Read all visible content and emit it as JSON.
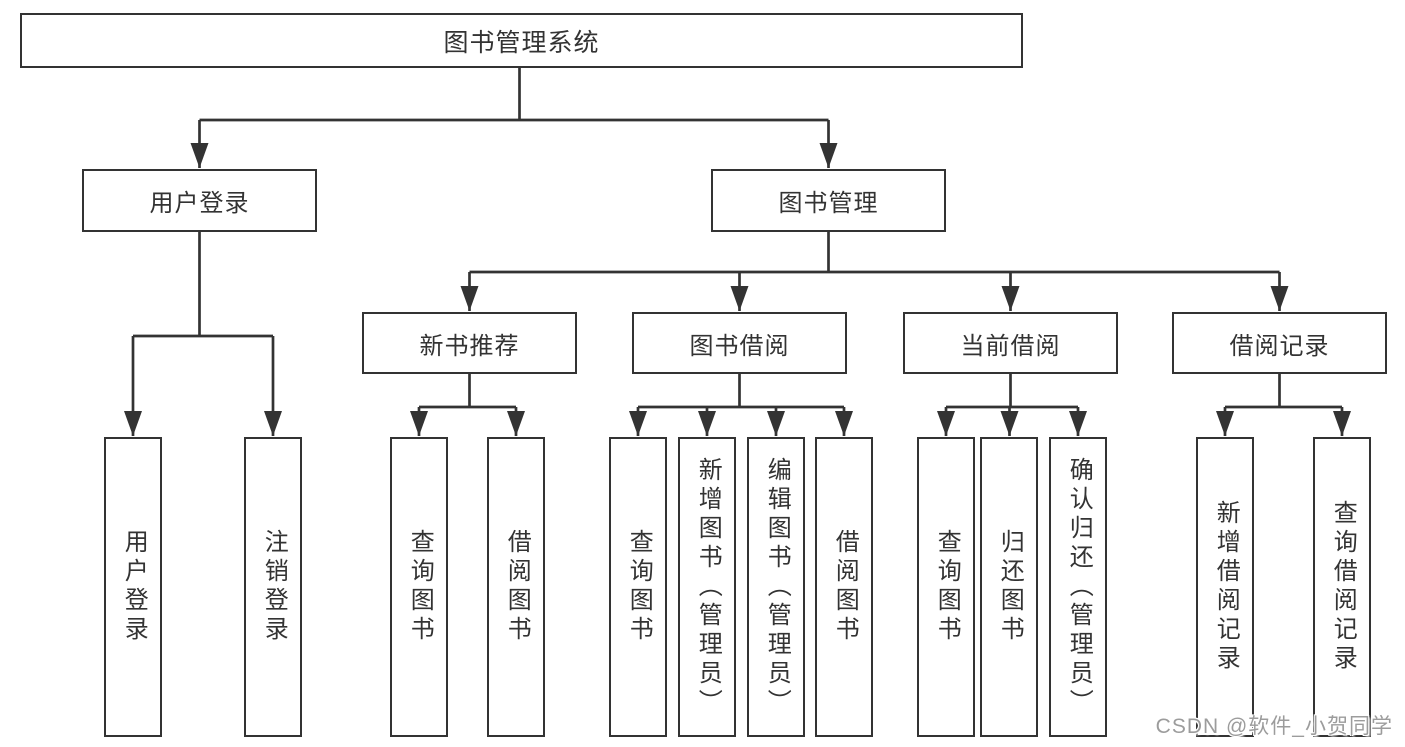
{
  "diagram": {
    "root": {
      "label": "图书管理系统",
      "children": [
        {
          "label": "用户登录",
          "children": [
            {
              "label": "用户登录"
            },
            {
              "label": "注销登录"
            }
          ]
        },
        {
          "label": "图书管理",
          "children": [
            {
              "label": "新书推荐",
              "children": [
                {
                  "label": "查询图书"
                },
                {
                  "label": "借阅图书"
                }
              ]
            },
            {
              "label": "图书借阅",
              "children": [
                {
                  "label": "查询图书"
                },
                {
                  "label": "新增图书（管理员）"
                },
                {
                  "label": "编辑图书（管理员）"
                },
                {
                  "label": "借阅图书"
                }
              ]
            },
            {
              "label": "当前借阅",
              "children": [
                {
                  "label": "查询图书"
                },
                {
                  "label": "归还图书"
                },
                {
                  "label": "确认归还（管理员）"
                }
              ]
            },
            {
              "label": "借阅记录",
              "children": [
                {
                  "label": "新增借阅记录"
                },
                {
                  "label": "查询借阅记录"
                }
              ]
            }
          ]
        }
      ]
    }
  },
  "watermark": {
    "text": "CSDN @软件_小贺同学"
  },
  "colors": {
    "line": "#333333",
    "box_border": "#333333",
    "text": "#333333",
    "watermark": "#9c9c9c",
    "background": "#ffffff"
  }
}
